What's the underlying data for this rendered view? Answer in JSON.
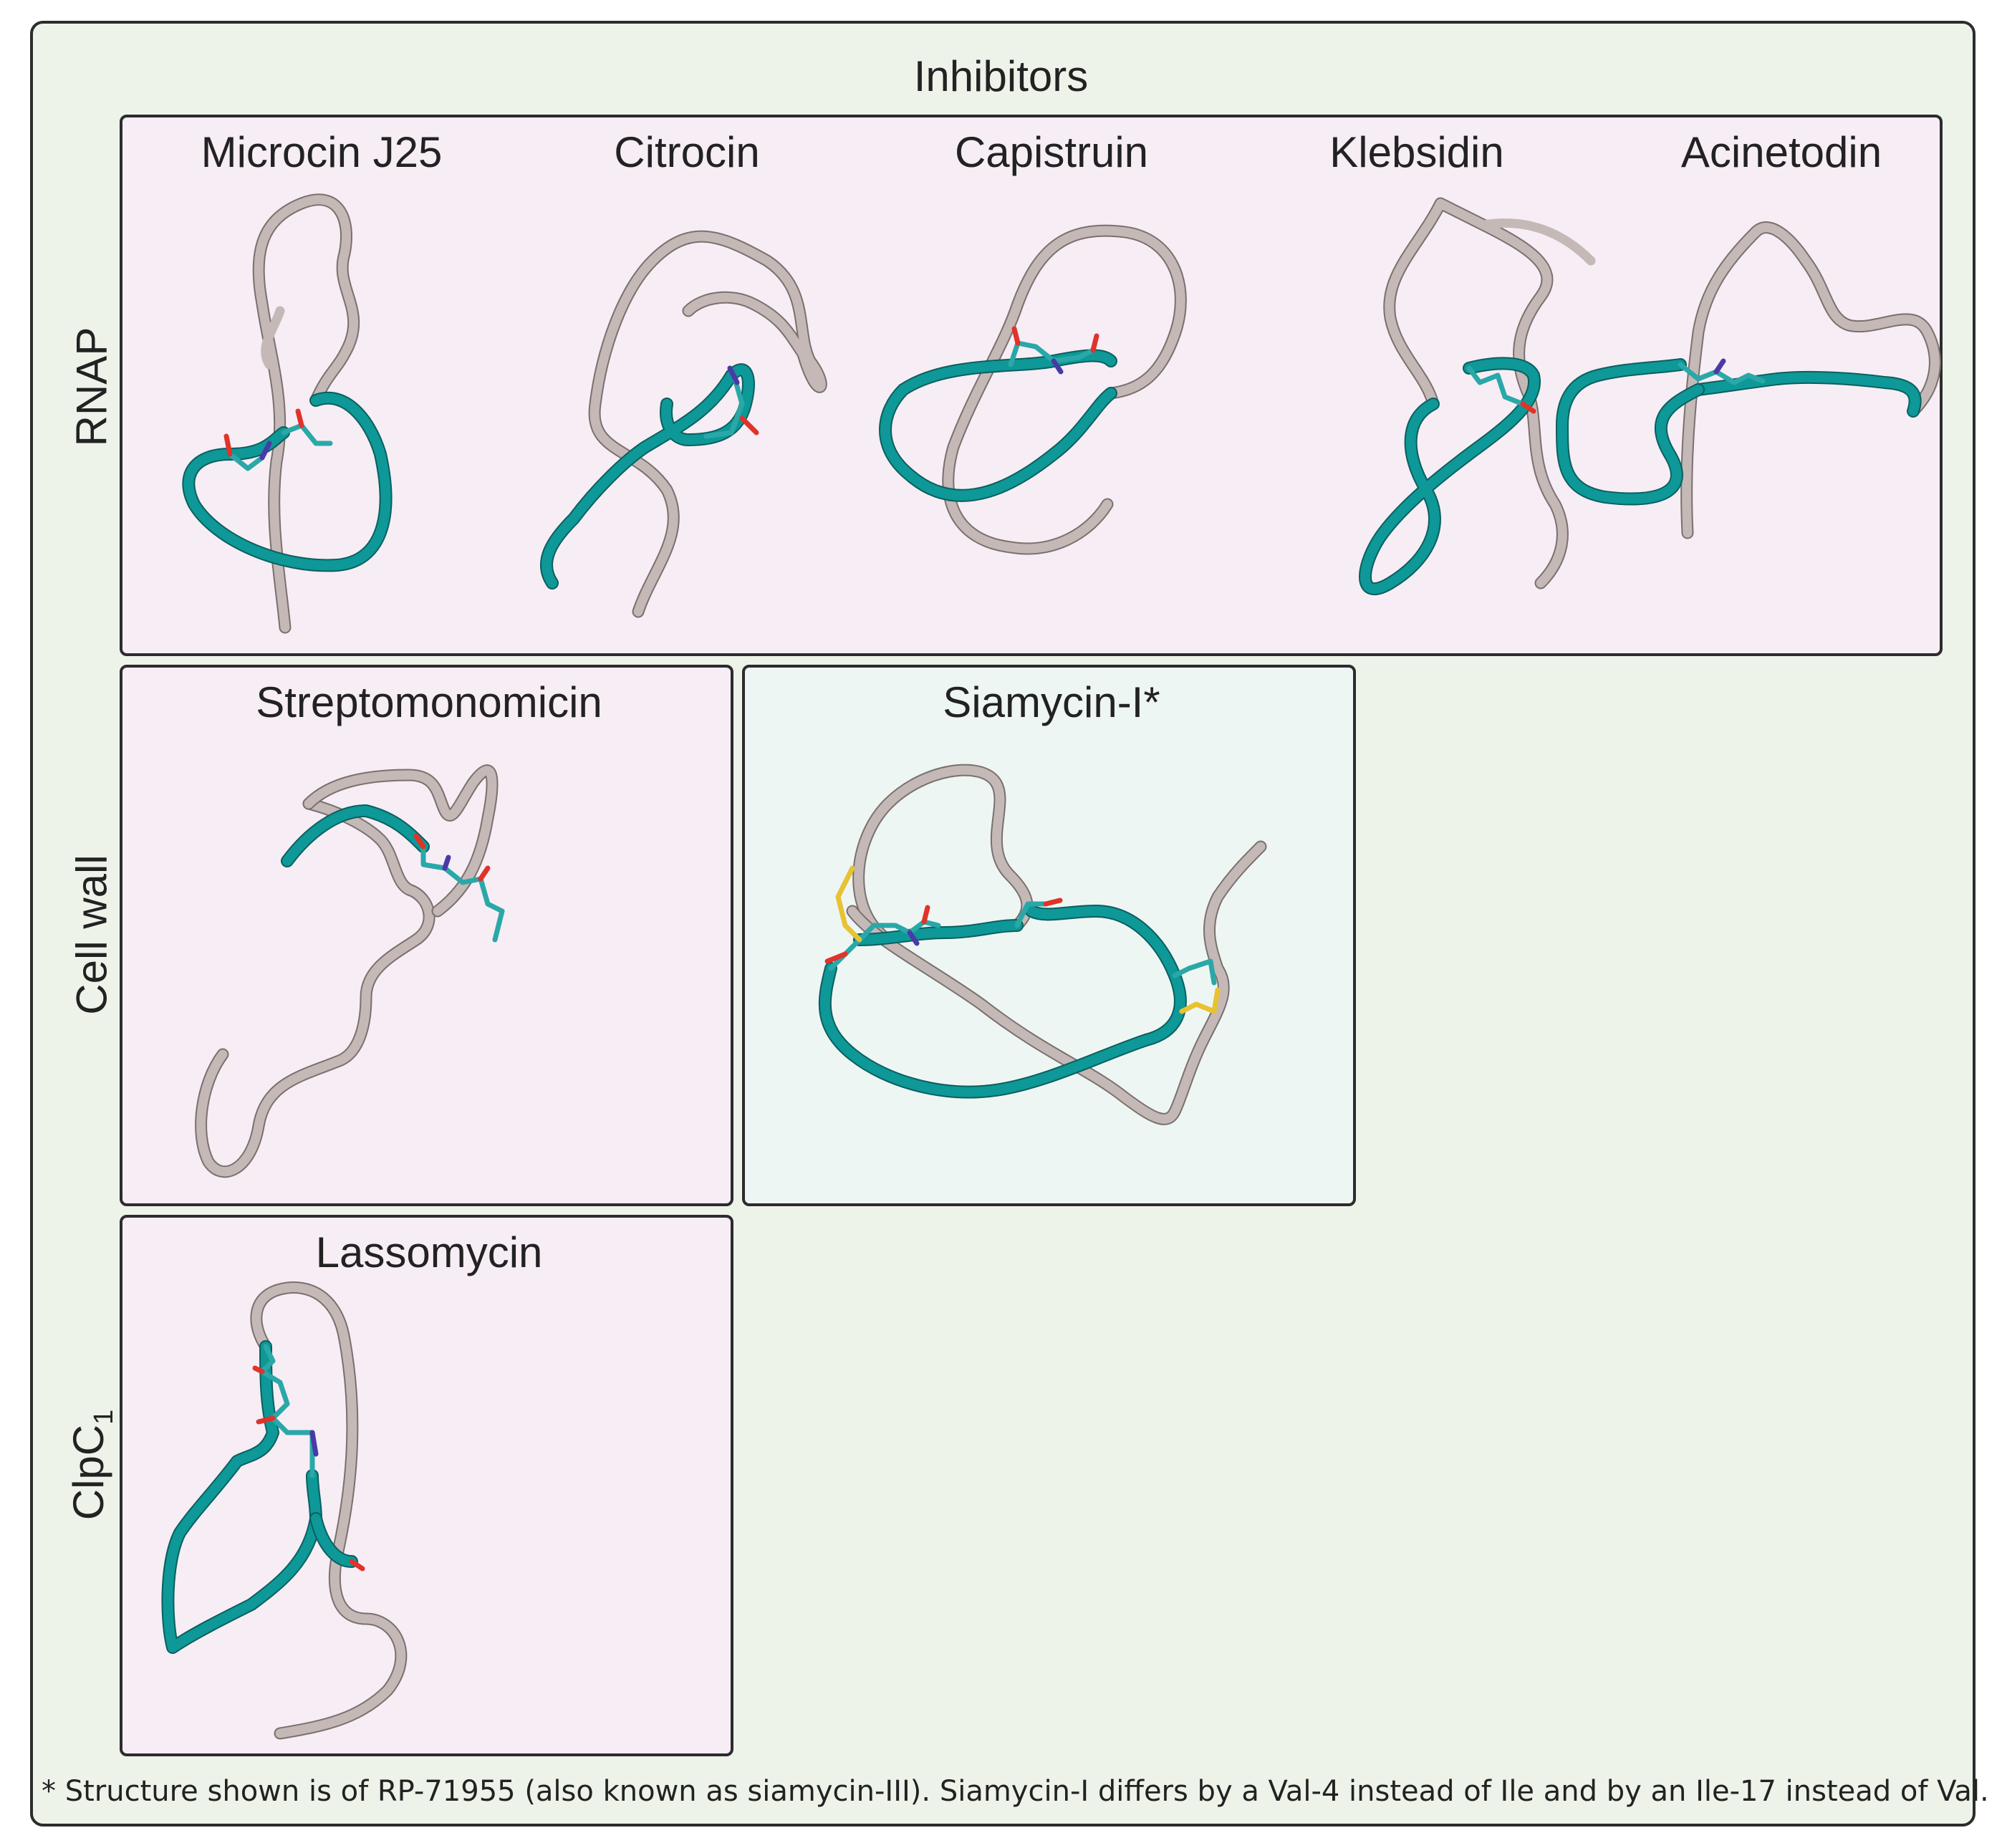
{
  "header": {
    "title": "Inhibitors"
  },
  "rows": {
    "rnap": "RNAP",
    "cell_wall": "Cell wall",
    "clpc1": {
      "text": "ClpC",
      "subscript": "1"
    }
  },
  "structures": {
    "microcin_j25": "Microcin J25",
    "citrocin": "Citrocin",
    "capistruin": "Capistruin",
    "klebsidin": "Klebsidin",
    "acinetodin": "Acinetodin",
    "streptomonomicin": "Streptomonomicin",
    "siamycin_i": "Siamycin-I*",
    "lassomycin": "Lassomycin"
  },
  "colors": {
    "ring_and_tail_teal": "#0e9898",
    "loop_gray": "#c4b9b6",
    "oxygen_red": "#e0332a",
    "nitrogen_blue": "#4a3aa8",
    "disulfide_yellow": "#e8c232",
    "target_panel_pink": "#f7edf5",
    "siamycin_panel_teal": "#eef6f4",
    "background_green": "#eef3ea"
  },
  "footnote": "* Structure shown is of RP-71955 (also known as siamycin-III). Siamycin-I differs by a Val-4 instead of Ile and by an Ile-17 instead of Val."
}
